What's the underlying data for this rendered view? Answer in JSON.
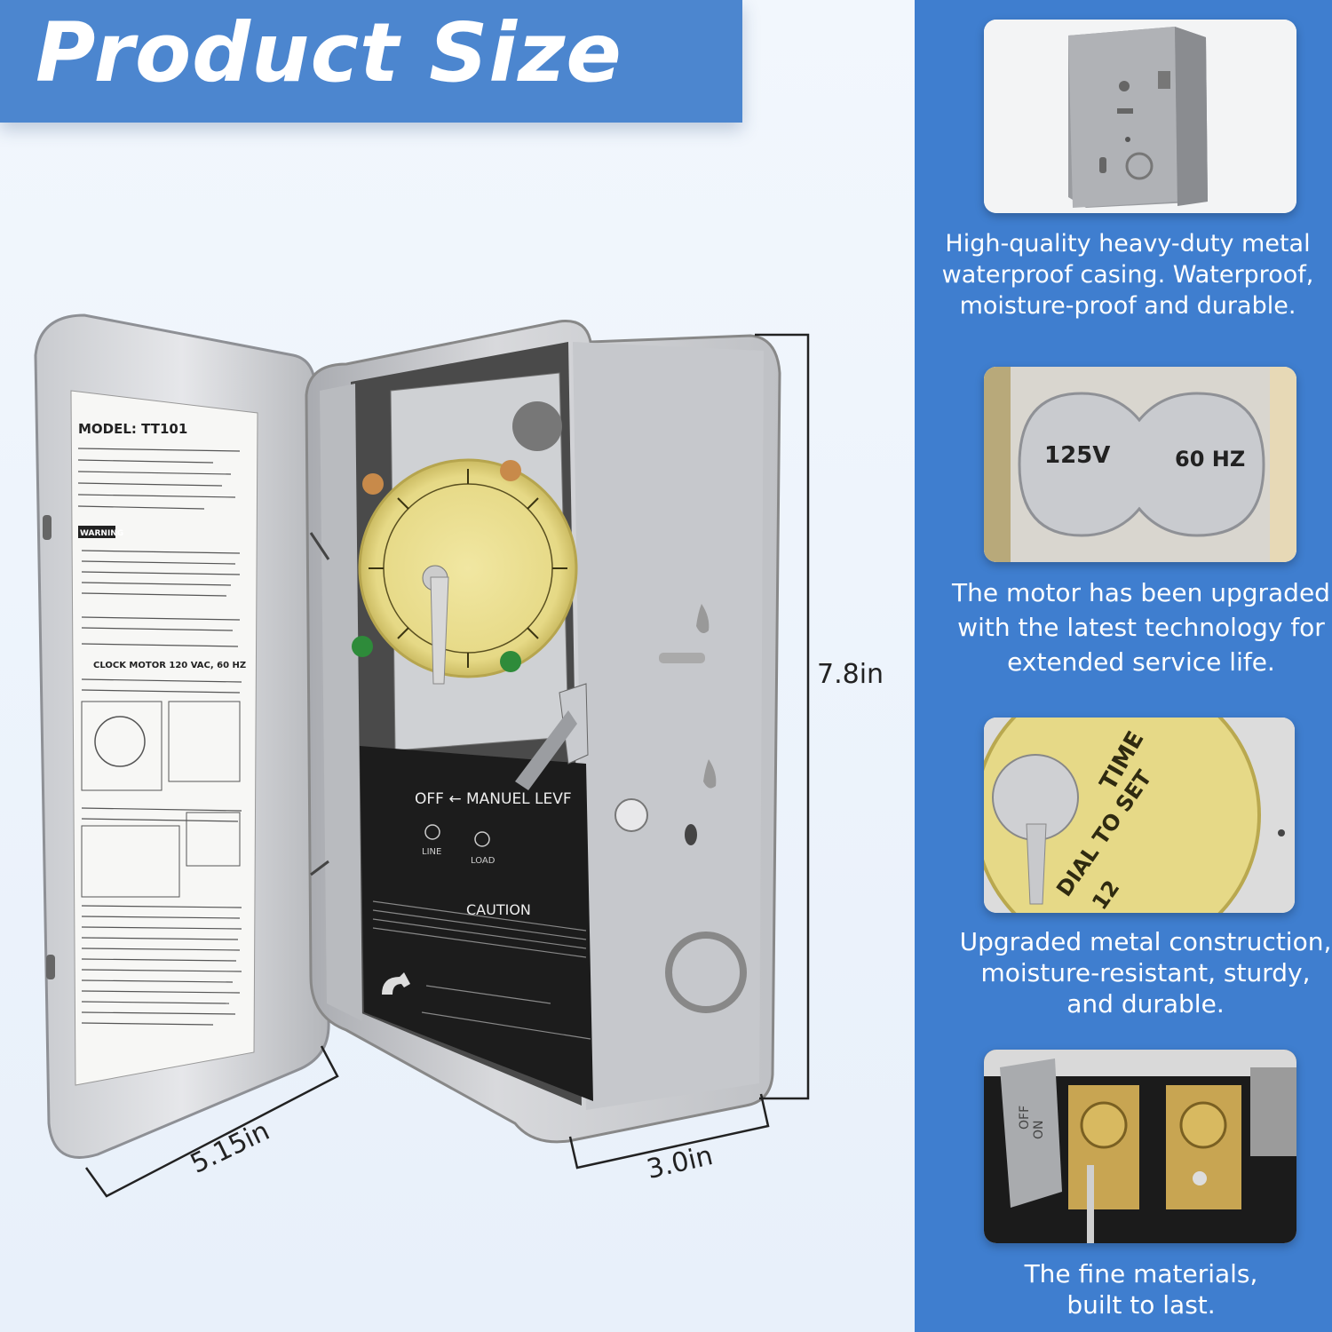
{
  "title": "Product Size",
  "dimensions": {
    "height": "7.8in",
    "width": "5.15in",
    "depth": "3.0in"
  },
  "timer_labels": {
    "model": "MODEL: TT101",
    "warning": "WARNING",
    "manual_lever": "OFF ← MANUEL LEVF",
    "line": "LINE",
    "load": "LOAD",
    "caution": "CAUTION",
    "clock_motor": "CLOCK MOTOR 120 VAC, 60 HZ"
  },
  "features": [
    {
      "caption": "High-quality heavy-duty metal\nwaterproof casing. Waterproof,\nmoisture-proof and durable.",
      "image": "metal-casing"
    },
    {
      "caption": "The motor has been upgraded\nwith the latest technology for\nextended service life.",
      "image": "motor",
      "labels": {
        "voltage": "125V",
        "frequency": "60 HZ"
      }
    },
    {
      "caption": "Upgraded metal construction,\nmoisture-resistant, sturdy,\nand durable.",
      "image": "dial",
      "labels": {
        "time": "TIME",
        "dial": "DIAL TO SET",
        "noon": "12"
      }
    },
    {
      "caption": "The fine materials,\nbuilt to last.",
      "image": "terminals",
      "labels": {
        "off": "OFF",
        "on": "ON"
      }
    }
  ],
  "colors": {
    "banner": "#4c86cf",
    "panel": "#3f7ecf",
    "dial": "#e8dc8c"
  }
}
